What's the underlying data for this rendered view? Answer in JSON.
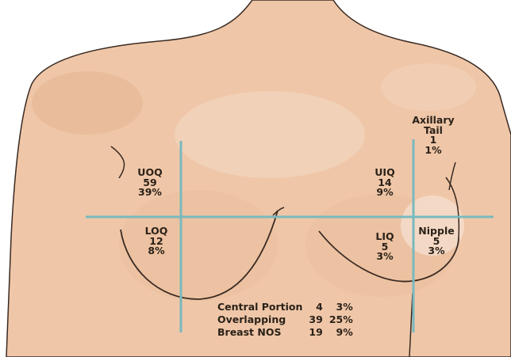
{
  "colors": {
    "skin": "#efc7a8",
    "skin_shadow": "#e0ad88",
    "skin_highlight": "#f3d8c2",
    "outline": "#3a2a22",
    "guide_lines": "#79b9be",
    "text": "#2b2118"
  },
  "regions": [
    {
      "id": "uoq",
      "lines": [
        "UOQ",
        "59",
        "39%"
      ],
      "count": 59,
      "percent": 39
    },
    {
      "id": "loq",
      "lines": [
        "LOQ",
        "12",
        "8%"
      ],
      "count": 12,
      "percent": 8
    },
    {
      "id": "uiq",
      "lines": [
        "UIQ",
        "14",
        "9%"
      ],
      "count": 14,
      "percent": 9
    },
    {
      "id": "liq",
      "lines": [
        "LIQ",
        "5",
        "3%"
      ],
      "count": 5,
      "percent": 3
    },
    {
      "id": "axillary-tail",
      "lines": [
        "Axillary",
        "Tail",
        "1",
        "1%"
      ],
      "count": 1,
      "percent": 1
    },
    {
      "id": "nipple",
      "lines": [
        "Nipple",
        "5",
        "3%"
      ],
      "count": 5,
      "percent": 3
    }
  ],
  "summary": [
    {
      "label": "Central Portion",
      "count": "4",
      "percent": "3%"
    },
    {
      "label": "Overlapping",
      "count": "39",
      "percent": "25%"
    },
    {
      "label": "Breast NOS",
      "count": "19",
      "percent": "9%"
    }
  ]
}
